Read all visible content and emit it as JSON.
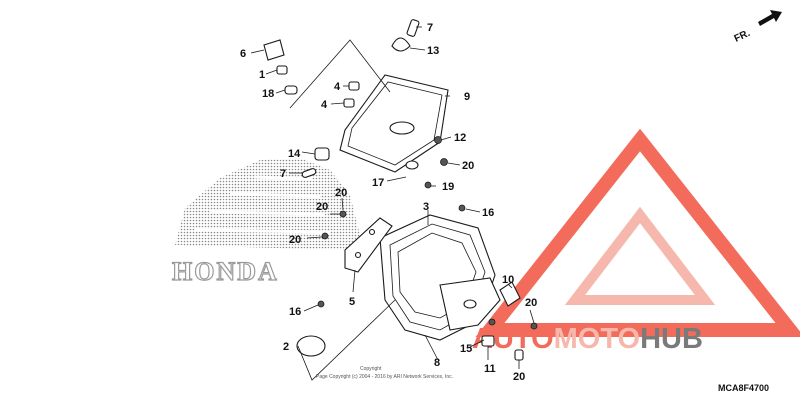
{
  "diagram": {
    "callouts": [
      {
        "id": "c7a",
        "text": "7"
      },
      {
        "id": "c13",
        "text": "13"
      },
      {
        "id": "c6",
        "text": "6"
      },
      {
        "id": "c1",
        "text": "1"
      },
      {
        "id": "c18",
        "text": "18"
      },
      {
        "id": "c4a",
        "text": "4"
      },
      {
        "id": "c4b",
        "text": "4"
      },
      {
        "id": "c9",
        "text": "9"
      },
      {
        "id": "c14",
        "text": "14"
      },
      {
        "id": "c12",
        "text": "12"
      },
      {
        "id": "c20a",
        "text": "20"
      },
      {
        "id": "c7b",
        "text": "7"
      },
      {
        "id": "c17",
        "text": "17"
      },
      {
        "id": "c19",
        "text": "19"
      },
      {
        "id": "c20b",
        "text": "20"
      },
      {
        "id": "c20c",
        "text": "20"
      },
      {
        "id": "c3",
        "text": "3"
      },
      {
        "id": "c16a",
        "text": "16"
      },
      {
        "id": "c20d",
        "text": "20"
      },
      {
        "id": "c10",
        "text": "10"
      },
      {
        "id": "c5",
        "text": "5"
      },
      {
        "id": "c20e",
        "text": "20"
      },
      {
        "id": "c16b",
        "text": "16"
      },
      {
        "id": "c2",
        "text": "2"
      },
      {
        "id": "c15",
        "text": "15"
      },
      {
        "id": "c8",
        "text": "8"
      },
      {
        "id": "c11",
        "text": "11"
      },
      {
        "id": "c20f",
        "text": "20"
      }
    ],
    "copyright_line1": "Copyright",
    "copyright_line2": "Page Copyright (c) 2004 - 2016 by ARI Network Services, Inc.",
    "figure_code": "MCA8F4700",
    "direction_label": "FR."
  },
  "brand": {
    "wordmark": "HONDA"
  },
  "watermark": {
    "auto": "AUTO",
    "moto": "MOTO",
    "hub": "HUB",
    "colors": {
      "primary": "#f26b5b",
      "light": "#f6b8ad",
      "dark": "#7a7a7a"
    }
  }
}
